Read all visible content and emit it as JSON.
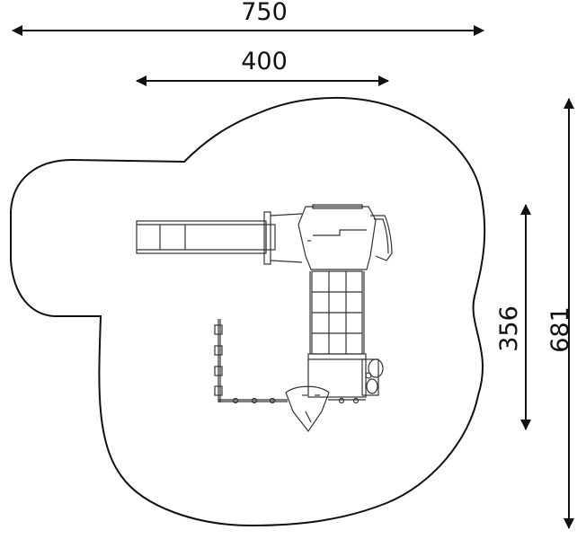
{
  "dimensions": {
    "overall_width": "750",
    "structure_width": "400",
    "structure_depth": "356",
    "overall_depth": "681"
  },
  "colors": {
    "ink": "#111111",
    "background": "#ffffff"
  }
}
